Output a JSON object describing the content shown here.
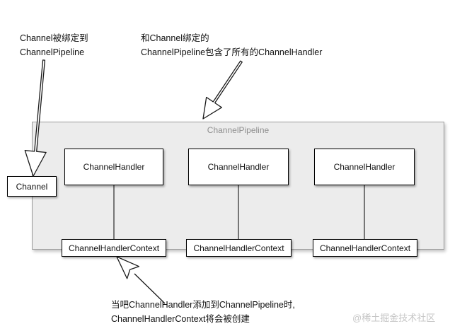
{
  "annotations": {
    "top_left": {
      "line1": "Channel被绑定到",
      "line2": "ChannelPipeline"
    },
    "top_middle": {
      "line1": "和Channel绑定的",
      "line2": "ChannelPipeline包含了所有的ChannelHandler"
    },
    "bottom": {
      "line1": "当吧ChannelHandler添加到ChannelPipeline时,",
      "line2": "ChannelHandlerContext将会被创建"
    }
  },
  "pipeline": {
    "label": "ChannelPipeline",
    "fill_color": "#ececec",
    "border_color": "#9d9d9d",
    "label_color": "#8f8f8f"
  },
  "channel_box": {
    "label": "Channel"
  },
  "handlers": [
    {
      "label": "ChannelHandler"
    },
    {
      "label": "ChannelHandler"
    },
    {
      "label": "ChannelHandler"
    }
  ],
  "contexts": [
    {
      "label": "ChannelHandlerContext"
    },
    {
      "label": "ChannelHandlerContext"
    },
    {
      "label": "ChannelHandlerContext"
    }
  ],
  "watermark": {
    "text": "@稀土掘金技术社区",
    "color": "#c6c6c6"
  }
}
